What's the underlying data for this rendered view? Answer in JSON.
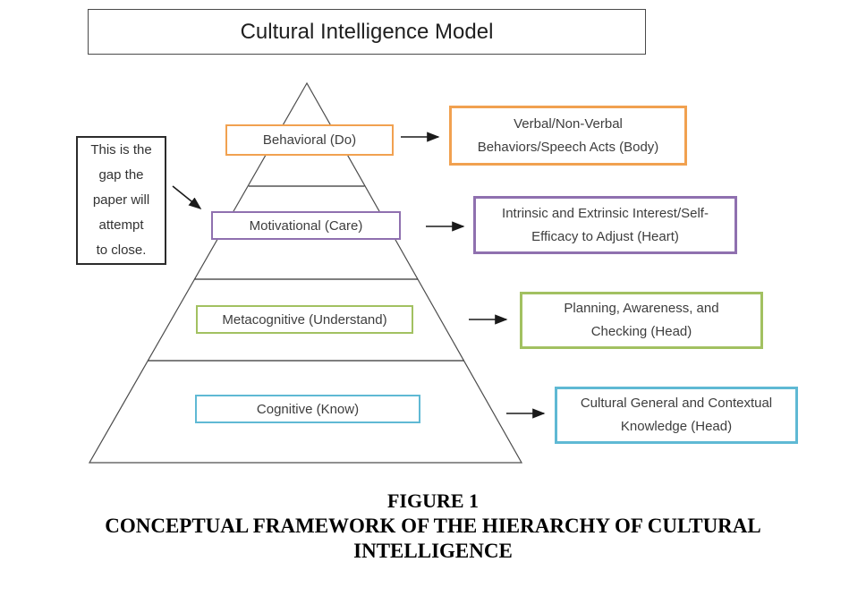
{
  "title": "Cultural Intelligence Model",
  "gap_note": {
    "lines": [
      "This is the",
      "gap the",
      "paper will",
      "attempt",
      "to close."
    ]
  },
  "pyramid": {
    "levels": [
      {
        "id": "behavioral",
        "label": "Behavioral (Do)",
        "color": "#F1A150",
        "desc_lines": [
          "Verbal/Non-Verbal",
          "Behaviors/Speech Acts (Body)"
        ]
      },
      {
        "id": "motivational",
        "label": "Motivational (Care)",
        "color": "#8F70AF",
        "desc_lines": [
          "Intrinsic and Extrinsic Interest/Self-",
          "Efficacy to Adjust (Heart)"
        ]
      },
      {
        "id": "metacognitive",
        "label": "Metacognitive (Understand)",
        "color": "#A2C161",
        "desc_lines": [
          "Planning, Awareness, and",
          "Checking (Head)"
        ]
      },
      {
        "id": "cognitive",
        "label": "Cognitive (Know)",
        "color": "#5FB9D4",
        "desc_lines": [
          "Cultural General and Contextual",
          "Knowledge (Head)"
        ]
      }
    ]
  },
  "caption": {
    "line1": "FIGURE 1",
    "line2": "CONCEPTUAL FRAMEWORK OF THE HIERARCHY OF CULTURAL",
    "line3": "INTELLIGENCE"
  },
  "colors": {
    "pyramid_line": "#4d4d4d",
    "arrow": "#1a1a1a",
    "text": "#3d3d3d"
  }
}
